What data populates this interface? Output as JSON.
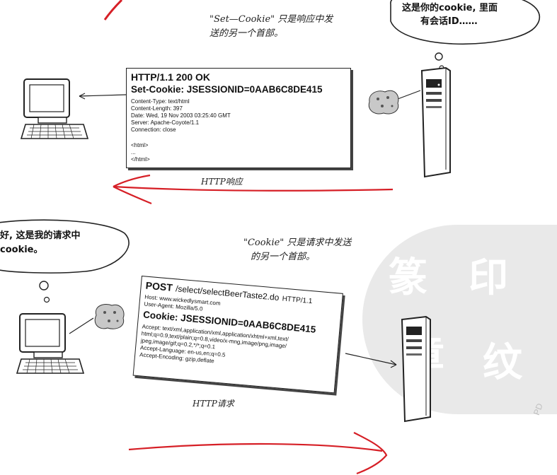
{
  "response_section": {
    "set_cookie_note": [
      "\"Set—Cookie\" 只是响应中发",
      "送的另一个首部。"
    ],
    "server_bubble": [
      "这是你的cookie, 里面",
      "有会话ID……"
    ],
    "card": {
      "status_line": "HTTP/1.1 200 OK",
      "set_cookie": "Set-Cookie: JSESSIONID=0AAB6C8DE415",
      "headers": [
        "Content-Type: text/html",
        "Content-Length: 397",
        "Date: Wed, 19 Nov 2003 03:25:40 GMT",
        "Server: Apache-Coyote/1.1",
        "Connection: close"
      ],
      "body_lines": [
        "<html>",
        "...",
        "</html>"
      ]
    },
    "label": "HTTP响应"
  },
  "request_section": {
    "client_bubble": [
      "好, 这是我的请求中",
      "cookie。"
    ],
    "cookie_note": [
      "\"Cookie\" 只是请求中发送",
      "的另一个首部。"
    ],
    "card": {
      "method": "POST",
      "path": "/select/selectBeerTaste2.do",
      "version": "HTTP/1.1",
      "headers_top": [
        "Host: www.wickedlysmart.com",
        "User-Agent: Mozilla/5.0"
      ],
      "cookie": "Cookie: JSESSIONID=0AAB6C8DE415",
      "headers_bottom": [
        "Accept: text/xml,application/xml,application/xhtml+xml,text/",
        "html;q=0.9,text/plain;q=0.8,video/x-mng,image/png,image/",
        "jpeg,image/gif;q=0.2,*/*;q=0.1",
        "Accept-Language: en-us,en;q=0.5",
        "Accept-Encoding: gzip,deflate"
      ]
    },
    "label": "HTTP请求"
  },
  "watermark": {
    "text": "PD"
  },
  "colors": {
    "arrow": "#d61f26",
    "ink": "#222222",
    "seal": "#e9e9e9"
  }
}
